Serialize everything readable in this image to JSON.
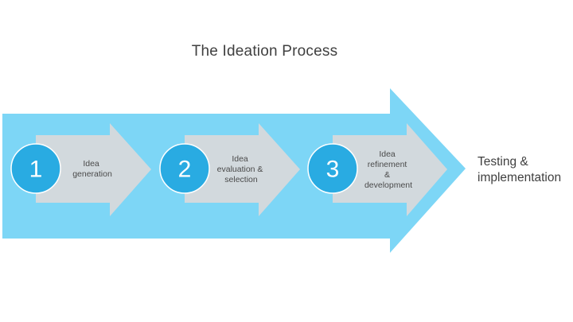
{
  "title": "The Ideation Process",
  "colors": {
    "band_blue": "#7dd6f6",
    "arrow_gray": "#d2d9dd",
    "circle_blue": "#29abe2",
    "circle_stroke": "#ffffff",
    "title_text": "#404040",
    "step_text": "#4a4a4a",
    "outcome_text": "#3f3f3f",
    "background": "#ffffff"
  },
  "steps": [
    {
      "number": "1",
      "label_lines": [
        "Idea",
        "generation"
      ]
    },
    {
      "number": "2",
      "label_lines": [
        "Idea",
        "evaluation &",
        "selection"
      ]
    },
    {
      "number": "3",
      "label_lines": [
        "Idea",
        "refinement",
        "&",
        "development"
      ]
    }
  ],
  "outcome": {
    "label_lines": [
      "Testing &",
      "implementation"
    ]
  }
}
